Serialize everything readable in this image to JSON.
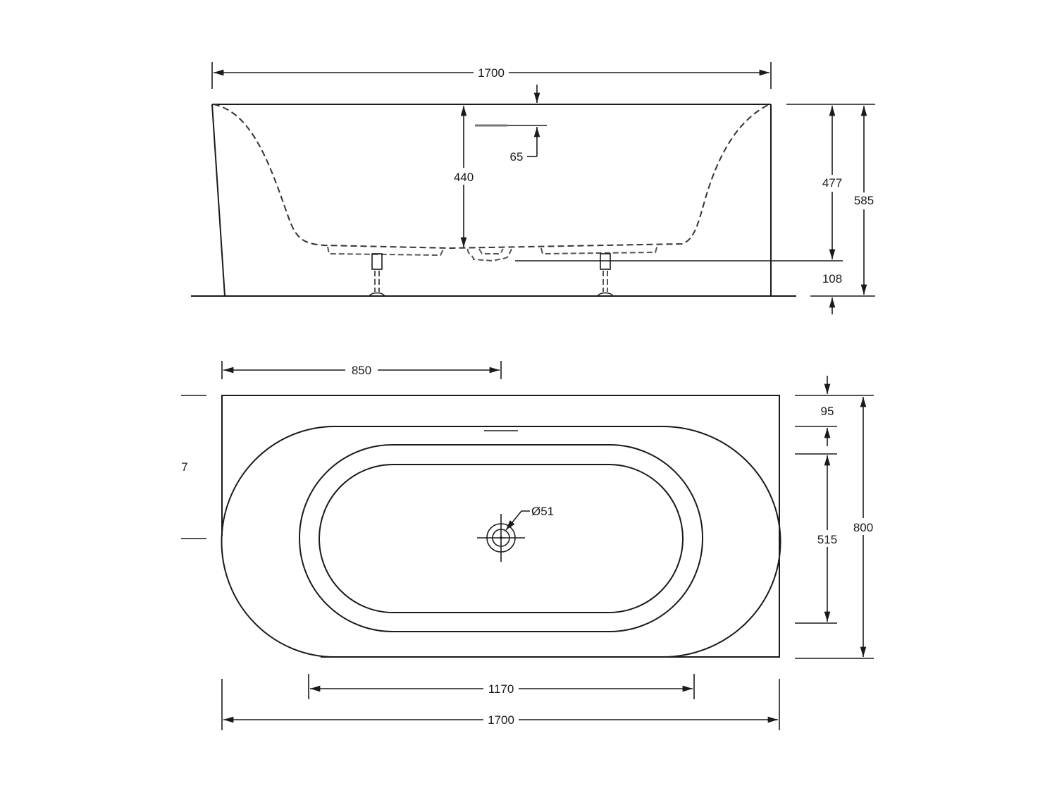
{
  "drawing": {
    "subject": "Bathtub technical drawing",
    "units": "mm",
    "side_view": {
      "overall_length": "1700",
      "rim_to_bottom_depth": "440",
      "overflow_offset": "65",
      "inner_height": "477",
      "overall_height": "585",
      "floor_clearance": "108"
    },
    "top_view": {
      "drain_position": "850",
      "rim_width": "95",
      "basin_width": "515",
      "overall_width": "800",
      "basin_length": "1170",
      "overall_length": "1700",
      "drain_diameter": "Ø51",
      "cut_label": "7"
    }
  }
}
